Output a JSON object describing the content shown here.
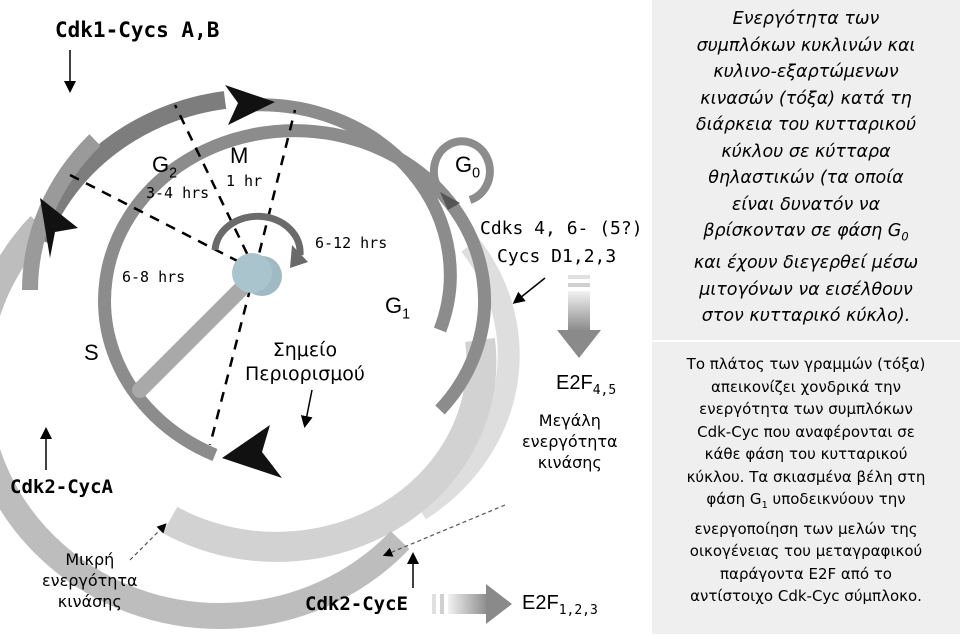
{
  "labels": {
    "cdk1": "Cdk1-Cycs A,B",
    "g2": "G",
    "g2_sub": "2",
    "m": "M",
    "g2_time": "3-4 hrs",
    "m_time": "1 hr",
    "g0": "G",
    "g0_sub": "0",
    "s_time": "6-8 hrs",
    "g1_time": "6-12 hrs",
    "g1": "G",
    "g1_sub": "1",
    "s": "S",
    "restriction_line1": "Σημείο",
    "restriction_line2": "Περιορισμού",
    "cdk46": "Cdks 4, 6- (5?)",
    "cycd": "Cycs D1,2,3",
    "e2f45": "E2F",
    "e2f45_sub": "4,5",
    "high_line1": "Μεγάλη",
    "high_line2": "ενεργότητα",
    "high_line3": "κινάσης",
    "cdk2a": "Cdk2-CycA",
    "low_line1": "Μικρή",
    "low_line2": "ενεργότητα",
    "low_line3": "κινάσης",
    "cdk2e": "Cdk2-CycE",
    "e2f123": "E2F",
    "e2f123_sub": "1,2,3"
  },
  "panel_top": {
    "lines": [
      "Ενεργότητα των",
      "συμπλόκων κυκλινών και",
      "κυλινο-εξαρτώμενων",
      "κινασών (τόξα) κατά τη",
      "διάρκεια του κυτταρικού",
      "κύκλου σε κύτταρα",
      "θηλαστικών (τα οποία",
      "είναι δυνατόν να"
    ],
    "line_g0_pre": "βρίσκονταν σε φάση G",
    "line_g0_sub": "0",
    "lines_after": [
      "και έχουν διεγερθεί μέσω",
      "μιτογόνων να εισέλθουν",
      "στον κυτταρικό κύκλο)."
    ]
  },
  "panel_bottom": {
    "lines": [
      "Το πλάτος των γραμμών (τόξα)",
      "απεικονίζει χονδρικά την",
      "ενεργότητα των συμπλόκων",
      "Cdk-Cyc που αναφέρονται σε",
      "κάθε φάση του κυτταρικού",
      "κύκλου. Τα σκιασμένα βέλη στη"
    ],
    "line_g1_pre": "φάση G",
    "line_g1_sub": "1",
    "line_g1_post": " υποδεικνύουν την",
    "lines_after": [
      "ενεργοποίηση των μελών της",
      "οικογένειας του μεταγραφικού",
      "παράγοντα E2F από το",
      "αντίστοιχο Cdk-Cyc σύμπλοκο."
    ]
  },
  "colors": {
    "cycle_ring": "#8c8c8c",
    "cdk1_arc": "#7d7d7d",
    "cdk2a_arc": "#bdbdbd",
    "cdk46_arc": "#dedede",
    "cdk2e_arc": "#cfcfcf",
    "hub": "#a9c4cc",
    "panel_bg": "#efefef"
  }
}
